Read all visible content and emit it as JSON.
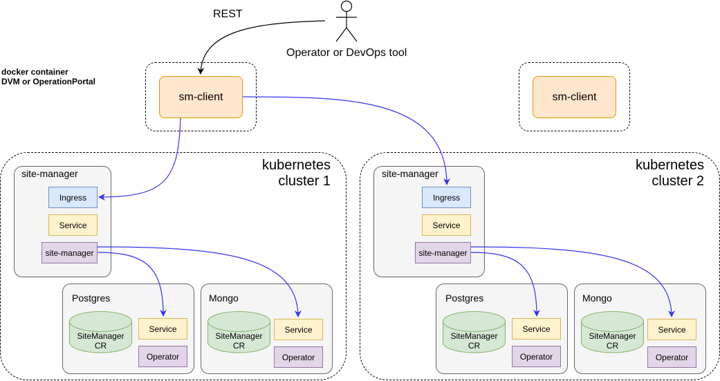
{
  "actor": {
    "rest_label": "REST",
    "label": "Operator or DevOps tool"
  },
  "docker_note": "docker container\nDVM or OperationPortal",
  "sm_client_1": "sm-client",
  "sm_client_2": "sm-client",
  "cluster1": {
    "title": "kubernetes\ncluster 1",
    "site_manager": {
      "title": "site-manager",
      "ingress": "Ingress",
      "service": "Service",
      "pod": "site-manager"
    },
    "postgres": {
      "title": "Postgres",
      "cr": "SiteManager\nCR",
      "service": "Service",
      "operator": "Operator"
    },
    "mongo": {
      "title": "Mongo",
      "cr": "SiteManager\nCR",
      "service": "Service",
      "operator": "Operator"
    }
  },
  "cluster2": {
    "title": "kubernetes\ncluster 2",
    "site_manager": {
      "title": "site-manager",
      "ingress": "Ingress",
      "service": "Service",
      "pod": "site-manager"
    },
    "postgres": {
      "title": "Postgres",
      "cr": "SiteManager\nCR",
      "service": "Service",
      "operator": "Operator"
    },
    "mongo": {
      "title": "Mongo",
      "cr": "SiteManager\nCR",
      "service": "Service",
      "operator": "Operator"
    }
  },
  "colors": {
    "arrow_blue": "#3333ee",
    "arrow_black": "#000000",
    "sm_client_fill": "#ffe6cc",
    "ingress_fill": "#dae8fc",
    "service_fill": "#fff2cc",
    "purple_fill": "#e1d5e7",
    "db_fill": "#d5e8d4"
  },
  "icons": {
    "actor": "stick-figure-icon",
    "database": "cylinder-icon"
  }
}
